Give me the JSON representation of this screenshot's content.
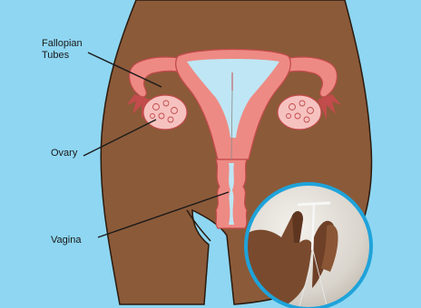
{
  "labels": {
    "fallopian_line1": "Fallopian",
    "fallopian_line2": "Tubes",
    "ovary": "Ovary",
    "vagina": "Vagina"
  },
  "colors": {
    "background": "#8ed6f2",
    "skin": "#8b5a39",
    "skin_outline": "#2a1a0e",
    "tissue": "#ee8a84",
    "tissue_dark": "#c24b4b",
    "ovary": "#f6c2c0",
    "cavity": "#bfe6f4",
    "inset_border": "#1fa3da",
    "label_line": "#1a1a1a"
  },
  "icons": [
    "iud-device-photo-inset"
  ]
}
